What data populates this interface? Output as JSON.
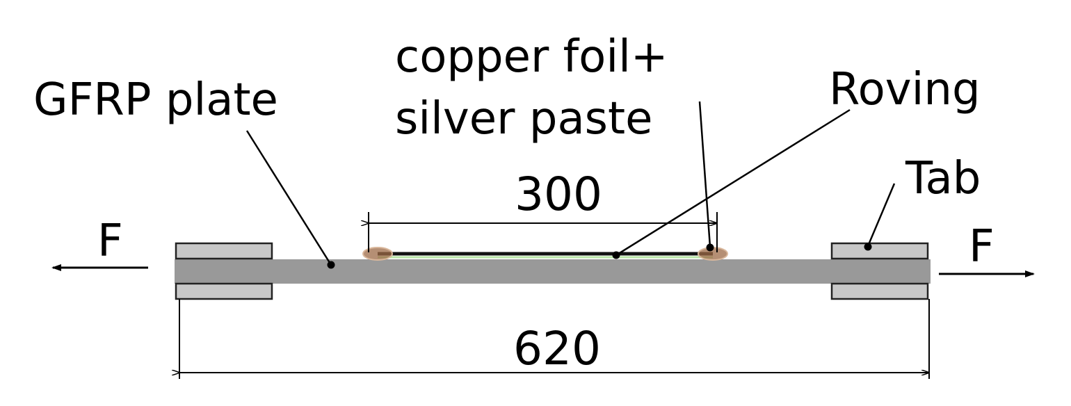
{
  "labels": {
    "gfrp_plate": "GFRP plate",
    "copper_line1": "copper foil+",
    "copper_line2": "silver paste",
    "roving": "Roving",
    "tab": "Tab",
    "force_left": "F",
    "force_right": "F"
  },
  "dimensions": {
    "inner_length": "300",
    "total_length": "620"
  },
  "colors": {
    "plate": "#999999",
    "tab_fill": "#c8c8c8",
    "tab_stroke": "#222222",
    "roving": "#111111",
    "roving_glow": "#b9e6a8",
    "electrode_fill": "#9c6a45",
    "electrode_ring": "#d9b79b",
    "line": "#000000"
  }
}
